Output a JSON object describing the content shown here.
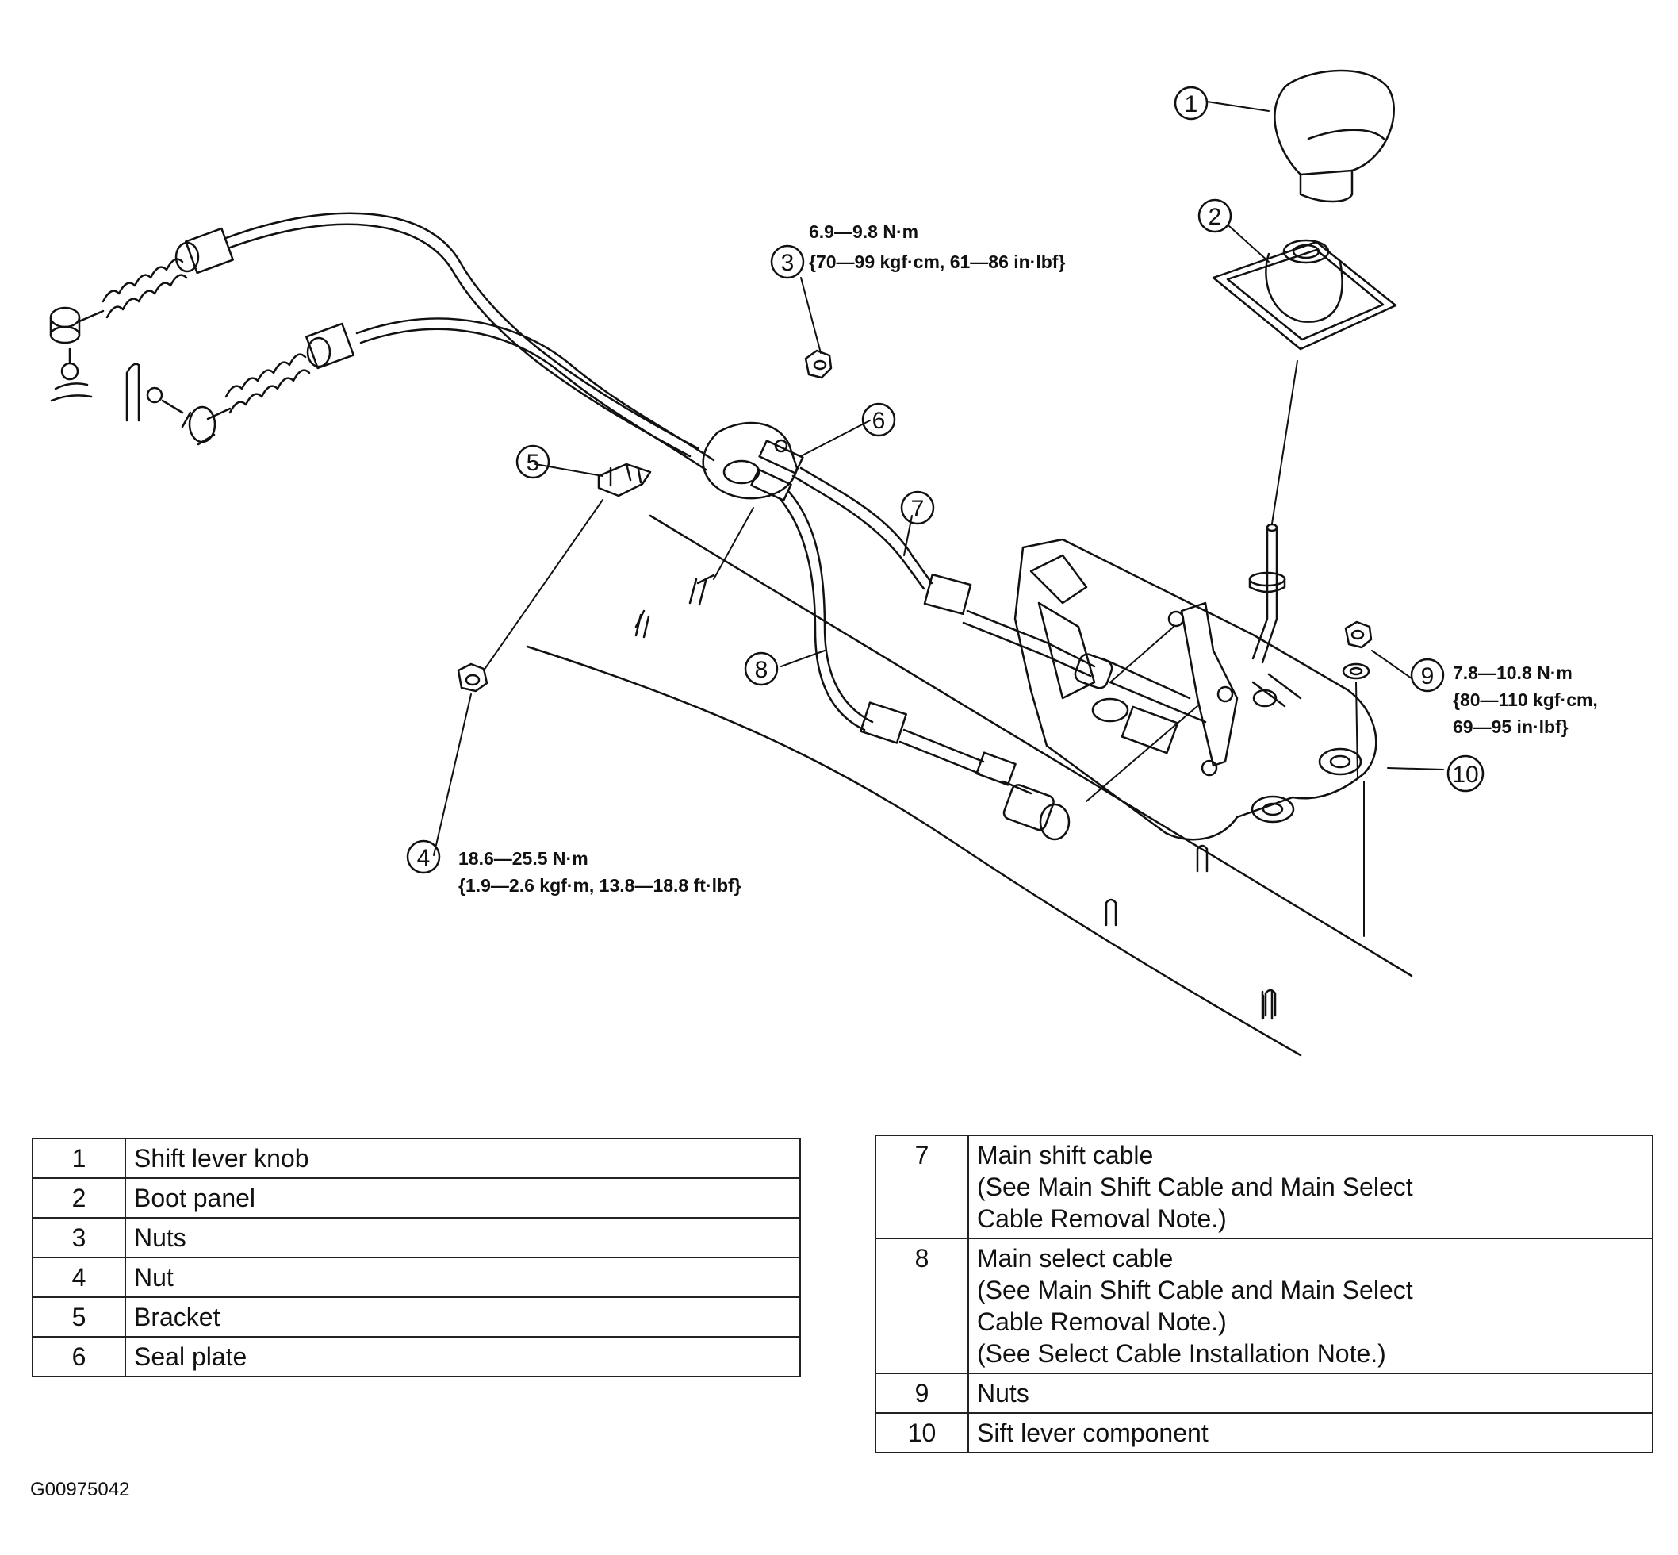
{
  "callouts": [
    {
      "num": "1"
    },
    {
      "num": "2"
    },
    {
      "num": "3"
    },
    {
      "num": "4"
    },
    {
      "num": "5"
    },
    {
      "num": "6"
    },
    {
      "num": "7"
    },
    {
      "num": "8"
    },
    {
      "num": "9"
    },
    {
      "num": "10"
    }
  ],
  "torque": {
    "nut3": {
      "line1": "6.9—9.8 N·m",
      "line2": "{70—99 kgf·cm, 61—86 in·lbf}"
    },
    "nut4": {
      "line1": "18.6—25.5 N·m",
      "line2": "{1.9—2.6 kgf·m, 13.8—18.8 ft·lbf}"
    },
    "nut9": {
      "line1": "7.8—10.8 N·m",
      "line2": "{80—110 kgf·cm,",
      "line3": "69—95 in·lbf}"
    }
  },
  "parts_left": [
    {
      "num": "1",
      "lines": [
        "Shift lever knob"
      ]
    },
    {
      "num": "2",
      "lines": [
        "Boot panel"
      ]
    },
    {
      "num": "3",
      "lines": [
        "Nuts"
      ]
    },
    {
      "num": "4",
      "lines": [
        "Nut"
      ]
    },
    {
      "num": "5",
      "lines": [
        "Bracket"
      ]
    },
    {
      "num": "6",
      "lines": [
        "Seal plate"
      ]
    }
  ],
  "parts_right": [
    {
      "num": "7",
      "lines": [
        "Main shift cable",
        "(See Main Shift Cable and Main Select",
        "Cable Removal Note.)"
      ]
    },
    {
      "num": "8",
      "lines": [
        "Main select cable",
        "(See Main Shift Cable and Main Select",
        "Cable Removal Note.)",
        "(See Select Cable Installation Note.)"
      ]
    },
    {
      "num": "9",
      "lines": [
        "Nuts"
      ]
    },
    {
      "num": "10",
      "lines": [
        "Sift lever component"
      ]
    }
  ],
  "figure_code": "G00975042"
}
